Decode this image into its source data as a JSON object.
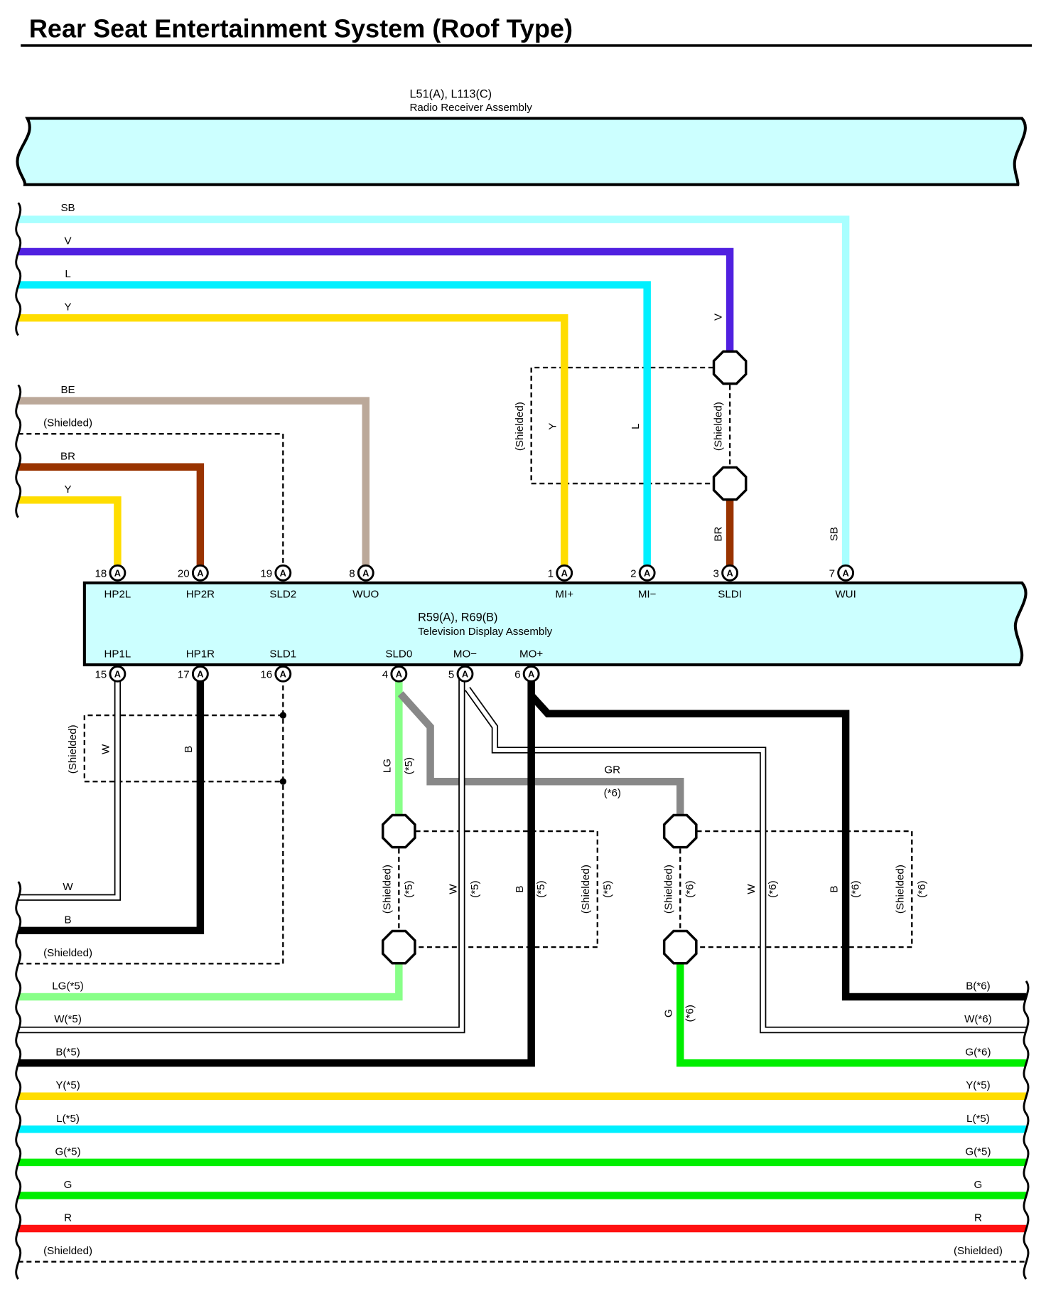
{
  "title": "Rear Seat Entertainment System (Roof Type)",
  "radio_receiver": {
    "connector": "L51(A), L113(C)",
    "name": "Radio Receiver Assembly"
  },
  "tv_display": {
    "connector": "R59(A), R69(B)",
    "name": "Television Display Assembly"
  },
  "top_pins": [
    {
      "pin": "18",
      "conn": "A",
      "terminal": "HP2L"
    },
    {
      "pin": "20",
      "conn": "A",
      "terminal": "HP2R"
    },
    {
      "pin": "19",
      "conn": "A",
      "terminal": "SLD2"
    },
    {
      "pin": "8",
      "conn": "A",
      "terminal": "WUO"
    },
    {
      "pin": "1",
      "conn": "A",
      "terminal": "MI+"
    },
    {
      "pin": "2",
      "conn": "A",
      "terminal": "MI−"
    },
    {
      "pin": "3",
      "conn": "A",
      "terminal": "SLDI"
    },
    {
      "pin": "7",
      "conn": "A",
      "terminal": "WUI"
    }
  ],
  "bottom_pins": [
    {
      "pin": "15",
      "conn": "A",
      "terminal": "HP1L"
    },
    {
      "pin": "17",
      "conn": "A",
      "terminal": "HP1R"
    },
    {
      "pin": "16",
      "conn": "A",
      "terminal": "SLD1"
    },
    {
      "pin": "4",
      "conn": "A",
      "terminal": "SLD0"
    },
    {
      "pin": "5",
      "conn": "A",
      "terminal": "MO−"
    },
    {
      "pin": "6",
      "conn": "A",
      "terminal": "MO+"
    }
  ],
  "left_wire_labels": [
    "SB",
    "V",
    "L",
    "Y",
    "BE",
    "(Shielded)",
    "BR",
    "Y",
    "W",
    "B",
    "(Shielded)",
    "LG(*5)",
    "W(*5)",
    "B(*5)",
    "Y(*5)",
    "L(*5)",
    "G(*5)",
    "G",
    "R",
    "(Shielded)"
  ],
  "right_wire_labels": [
    "B(*6)",
    "W(*6)",
    "G(*6)",
    "Y(*5)",
    "L(*5)",
    "G(*5)",
    "G",
    "R",
    "(Shielded)"
  ],
  "top_inline_labels": [
    "V",
    "(Shielded)",
    "Y",
    "L",
    "(Shielded)",
    "BR",
    "SB"
  ],
  "bottom_inline_labels": [
    "(Shielded)",
    "W",
    "B",
    "LG",
    "(*5)",
    "GR",
    "(*6)",
    "(Shielded)",
    "(*5)",
    "W",
    "(*5)",
    "B",
    "(*5)",
    "(Shielded)",
    "(*5)",
    "(Shielded)",
    "(*6)",
    "W",
    "(*6)",
    "B",
    "(*6)",
    "(Shielded)",
    "(*6)",
    "G",
    "(*6)"
  ],
  "colors": {
    "SB": "#a8ffff",
    "V": "#5020e0",
    "L": "#00f0ff",
    "Y": "#ffdd00",
    "BE": "#bba899",
    "BR": "#993300",
    "B": "#000000",
    "W": "#ffffff",
    "LG": "#88ff88",
    "GR": "#888888",
    "G": "#00ee00",
    "R": "#ff1111",
    "box_fill": "#ccffff"
  }
}
